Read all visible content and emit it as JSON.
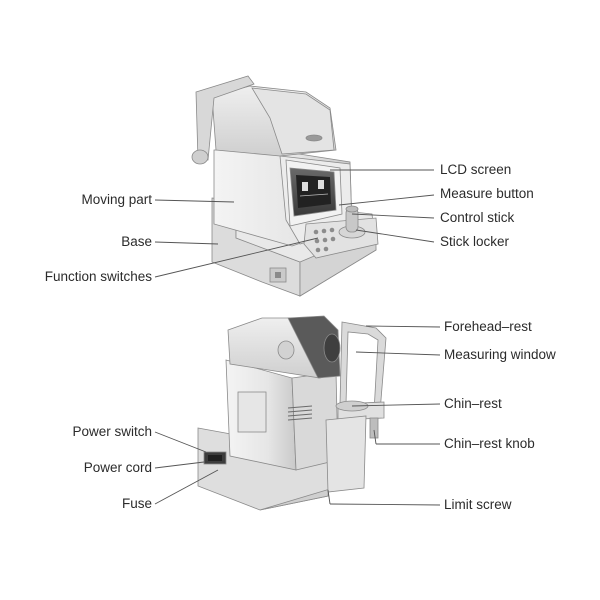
{
  "labels": {
    "lcd_screen": "LCD screen",
    "measure_button": "Measure button",
    "control_stick": "Control stick",
    "stick_locker": "Stick locker",
    "moving_part": "Moving part",
    "base": "Base",
    "function_switches": "Function switches",
    "forehead_rest": "Forehead–rest",
    "measuring_window": "Measuring window",
    "chin_rest": "Chin–rest",
    "chin_rest_knob": "Chin–rest knob",
    "power_switch": "Power switch",
    "power_cord": "Power cord",
    "fuse": "Fuse",
    "limit_screw": "Limit screw"
  },
  "colors": {
    "device_body": "#e8e8e8",
    "device_shadow": "#bdbdbd",
    "device_outline": "#8a8a8a",
    "screen": "#1a1a1a",
    "leader_line": "#555555"
  }
}
